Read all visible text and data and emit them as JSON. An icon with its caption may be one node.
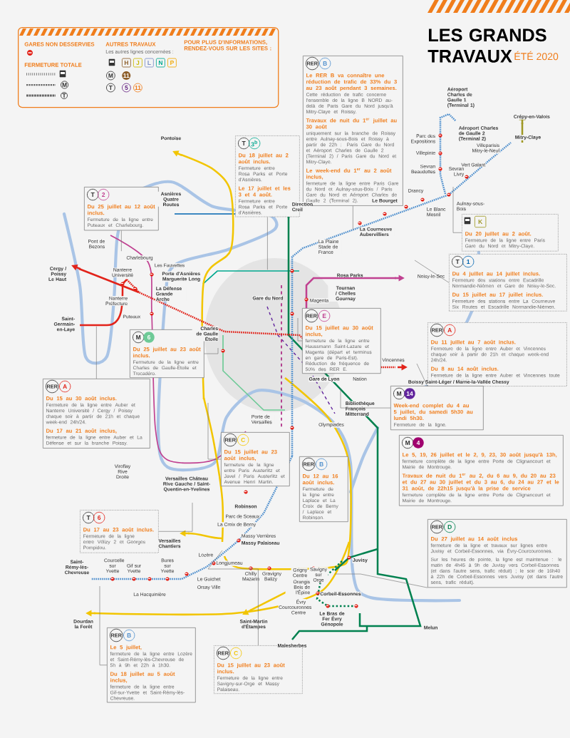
{
  "diagram": {
    "title": "LES GRANDS TRAVAUX",
    "nodes": [
      {
        "text": [
          "GARES NON DESSERVIES",
          "FERMETURE TOTALE",
          "AUTRES TRAVAUX",
          "Les autres lignes concernées :",
          "H",
          "J",
          "L",
          "N",
          "P",
          "M",
          "11",
          "T",
          "5",
          "11",
          "POUR PLUS D'INFORMATIONS, RENDEZ-VOUS SUR LES SITES :",
          "M",
          "T"
        ]
      },
      {
        "text": [
          "T",
          "3$^{b}$",
          "Du 18 juillet au 2 août inclus.",
          "Fermeture entre Rosa Parks et Porte d'Asnières.",
          "Le 17 juillet et les 3 et 4 août.",
          "Fermeture entre Rosa Parks et Porte d'Asnières."
        ]
      },
      {
        "text": [
          "RER",
          "B",
          "Le RER B va connaître une réduction de trafic de 33% du 3 au 23 août pendant 3 semaines.",
          "Cette réduction de trafic concerne l'ensemble de la ligne B NORD au-delà de Paris Gare du Nord jusqu'à Mitry-Claye et Roissy.",
          "Travaux de nuit du 1$^{er}$ juillet au 30 août",
          "uniquement sur la branche de Roissy entre Aulnay-sous-Bois et Roissy à partir de 22h : Paris Gare du Nord et Aéroport Charles de Gaulle 2 (Terminal 2) / Paris Gare du Nord et Mitry-Claye.",
          "Le week-end du 1$^{er}$ au 2 août inclus,",
          "fermeture de la ligne entre Paris Gare du Nord et Aulnay-sous-Bois / Paris Gare du Nord et Aéroport Charles de Gaulle 2 (Terminal 2)."
        ]
      },
      {
        "text": [
          "T",
          "2",
          "Du 25 juillet au 12 août inclus.",
          "Fermeture de la ligne entre Puteaux et Charlebourg."
        ]
      },
      {
        "text": [
          "K",
          "Du 20 juillet au 2 août.",
          "Fermeture de la ligne entre Paris Gare du Nord et Mitry-Claye."
        ]
      },
      {
        "text": [
          "T",
          "1",
          "Du 4 juillet au 14 juillet inclus.",
          "Fermeture des stations entre Escadrille Normandie-Niémen et Gare de Noisy-le-Sec.",
          "Du 15 juillet au 17 juillet inclus.",
          "Fermeture des stations entre La Courneuve Six Routes et Escadrille Normandie-Niémen."
        ]
      },
      {
        "text": [
          "M",
          "6",
          "Du 25 juillet au 23 août inclus.",
          "Fermeture de la ligne entre Charles de Gaulle-Étoile et Trocadéro."
        ]
      },
      {
        "text": [
          "RER",
          "E",
          "Du 15 juillet au 30 août inclus,",
          "fermeture de la ligne entre Haussmann Saint-Lazare et Magenta (départ et terminus en gare de Paris-Est). Réduction de fréquence de 50% des RER E."
        ]
      },
      {
        "text": [
          "RER",
          "A",
          "Du 11 juillet au 7 août inclus.",
          "Fermeture de la ligne entre Auber et Vincennes chaque soir à partir de 21h et chaque week-end 24h/24.",
          "Du 8 au 14 août inclus.",
          "Fermeture de la ligne entre Auber et Vincennes toute la journée 24h/24."
        ]
      },
      {
        "text": [
          "RER",
          "A",
          "Du 15 au 30 août inclus.",
          "Fermeture de la ligne entre Auber et Nanterre Université / Cergy / Poissy chaque soir à partir de 21h et chaque week-end 24h/24.",
          "Du 17 au 21 août inclus,",
          "fermeture de la ligne entre Auber et La Défense et sur la branche Poissy."
        ]
      },
      {
        "text": [
          "M",
          "14",
          "Week-end complet du 4 au 5 juillet, du samedi 5h30 au lundi 5h30.",
          "Fermeture de la ligne."
        ]
      },
      {
        "text": [
          "M",
          "4",
          "Le 5, 19, 26 juillet et le 2, 9, 23, 30 août jusqu'à 13h,",
          "fermeture complète de la ligne entre Porte de Clignancourt et Mairie de Montrouge.",
          "Travaux de nuit du 1$^{er}$ au 2, du 6 au 9, du 20 au 23 et du 27 au 30 juillet et du 3 au 6, du 24 au 27 et le 31 août, de 22h15 jusqu'à la prise de service",
          "fermeture complète de la ligne entre Porte de Clignancourt et Mairie de Montrouge."
        ]
      },
      {
        "text": [
          "RER",
          "C",
          "Du 15 juillet au 23 août inclus,",
          "fermeture de la ligne entre Paris Austerlitz et Javel / Paris Austerlitz et Avenue Henri Martin."
        ]
      },
      {
        "text": [
          "RER",
          "B",
          "Du 12 au 16 août inclus.",
          "Fermeture de la ligne entre Laplace et La Croix de Berny / Laplace et Robinson."
        ]
      },
      {
        "text": [
          "T",
          "6",
          "Du 17 au 23 août inclus.",
          "Fermeture de la ligne entre Vélizy 2 et Georges Pompidou."
        ]
      },
      {
        "text": [
          "RER",
          "D",
          "Du 27 juillet au 14 août inclus",
          "fermeture de la ligne et travaux sur lignes entre Juvisy et Corbeil-Essonnes, via Évry-Courcouronnes.",
          "Sur les heures de pointe, la ligne est maintenue : le matin de 4h45 à 9h de Juvisy vers Corbeil-Essonnes (et dans l'autre sens, trafic réduit) ; le soir de 16h40 à 22h de Corbeil-Essonnes vers Juvisy (et dans l'autre sens, trafic réduit)."
        ]
      },
      {
        "text": [
          "RER",
          "B",
          "Le 5 juillet,",
          "fermeture de la ligne entre Lozère et Saint-Rémy-lès-Chevreuse de 5h à 9h et 22h à 1h30.",
          "Du 18 juillet au 5 août inclus,",
          "fermeture de la ligne entre Gif-sur-Yvette et Saint-Rémy-lès-Chevreuse."
        ]
      },
      {
        "text": [
          "RER",
          "C",
          "Du 15 juillet au 23 août inclus.",
          "Fermeture de la ligne entre Savigny-sur-Orge et Massy Palaiseau."
        ]
      }
    ],
    "edges": [
      {
        "from": 1,
        "to": null,
        "arrow": "none"
      },
      {
        "from": 2,
        "to": null,
        "arrow": "none"
      },
      {
        "from": 3,
        "to": null,
        "arrow": "none"
      },
      {
        "from": 4,
        "to": null,
        "arrow": "none"
      },
      {
        "from": 5,
        "to": null,
        "arrow": "none"
      },
      {
        "from": 6,
        "to": null,
        "arrow": "none"
      },
      {
        "from": 7,
        "to": null,
        "arrow": "none"
      },
      {
        "from": 8,
        "to": null,
        "arrow": "none"
      },
      {
        "from": 9,
        "to": null,
        "arrow": "none"
      },
      {
        "from": 10,
        "to": null,
        "arrow": "none"
      },
      {
        "from": 12,
        "to": null,
        "arrow": "none"
      },
      {
        "from": 14,
        "to": null,
        "arrow": "none"
      },
      {
        "from": 15,
        "to": null,
        "arrow": "none"
      },
      {
        "from": 16,
        "to": null,
        "arrow": "none"
      },
      {
        "from": 17,
        "to": null,
        "arrow": "none"
      }
    ],
    "labels": [
      "ÉTÉ 2020",
      "Pontoise",
      "Aéroport Charles de Gaulle 1 (Terminal 1)",
      "Crépy-en-Valois",
      "Aéroport Charles de Gaulle 2 (Terminal 2)",
      "Mitry-Claye",
      "Parc des Expositions",
      "Villeparisis Mitry-le-Neuf",
      "Villepinte",
      "Sevran Beaudottes",
      "Vert Galant",
      "Sevran Livry",
      "Le Blanc Mesnil",
      "Asnières Quatre Routes",
      "Drancy",
      "Aulnay-sous-Bois",
      "Le Bourget",
      "Direction Creil",
      "La Courneuve Aubervilliers",
      "Pont de Bezons",
      "La Plaine Stade de France",
      "Charlebourg",
      "Cergy / Poissy Le Haut",
      "Nanterre Université",
      "Les Fauvettes",
      "Rosa Parks",
      "Porte d'Asnières Marguerite Long",
      "La Défense Grande Arche",
      "Tournan / Chelles Gournay",
      "Noisy-le-Sec",
      "Nanterre Préfecture",
      "Gare du Nord",
      "Magenta",
      "Puteaux",
      "Saint-Germain-en-Laye",
      "Charles de Gaulle Étoile",
      "Gare de Lyon",
      "Nation",
      "Vincennes",
      "Boissy Saint-Léger / Marne-la-Vallée Chessy",
      "Bibliothèque François Mitterrand",
      "Olympiades",
      "Porte de Versailles",
      "Viroflay Rive Droite",
      "Versailles Château Rive Gauche / Saint-Quentin-en-Yvelines",
      "Robinson",
      "Parc de Sceaux",
      "La Croix de Berny",
      "Versailles Chantiers",
      "Massy Verrières",
      "Massy Palaiseau",
      "Le Guichet",
      "Lozère",
      "Longjumeau",
      "Chilly Mazarin",
      "Gravigny Balizy",
      "Savigny sur Orge",
      "Juvisy",
      "Grigny Centre",
      "Saint-Rémy-lès-Chevreuse",
      "Courcelle sur Yvette",
      "Gif sur Yvette",
      "Bures sur Yvette",
      "Orsay Ville",
      "La Hacquinière",
      "Orangis Bois de l'Épine",
      "Corbeil-Essonnes",
      "Évry Courcouronnes Centre",
      "Melun",
      "Le Bras de Fer Évry Génopole",
      "Dourdan la Forêt",
      "Saint-Martin d'Étampes",
      "Malesherbes"
    ]
  }
}
